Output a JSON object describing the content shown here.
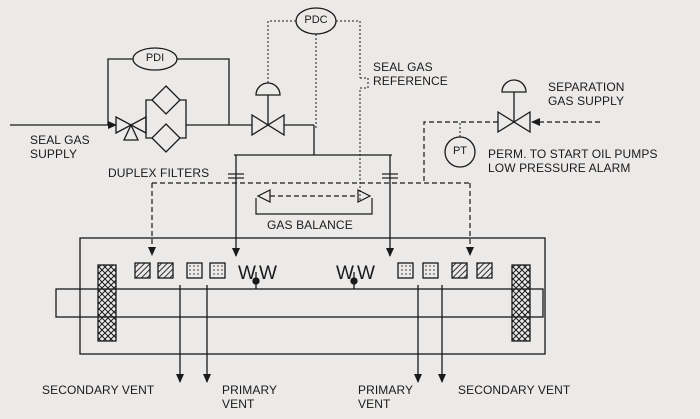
{
  "labels": {
    "seal_gas_supply": "SEAL GAS\nSUPPLY",
    "duplex_filters": "DUPLEX FILTERS",
    "seal_gas_reference": "SEAL GAS\nREFERENCE",
    "separation_gas_supply": "SEPARATION\nGAS SUPPLY",
    "perm_to_start": "PERM. TO START OIL PUMPS\nLOW PRESSURE ALARM",
    "gas_balance": "GAS BALANCE",
    "secondary_vent_left": "SECONDARY VENT",
    "primary_vent_left": "PRIMARY\nVENT",
    "primary_vent_right": "PRIMARY\nVENT",
    "secondary_vent_right": "SECONDARY VENT"
  },
  "instruments": {
    "pdi": "PDI",
    "pdc": "PDC",
    "pt": "PT"
  },
  "seal_symbols": {
    "left": "W",
    "right": "W"
  },
  "colors": {
    "background": "#eceae9",
    "line": "#1a1a1a"
  }
}
